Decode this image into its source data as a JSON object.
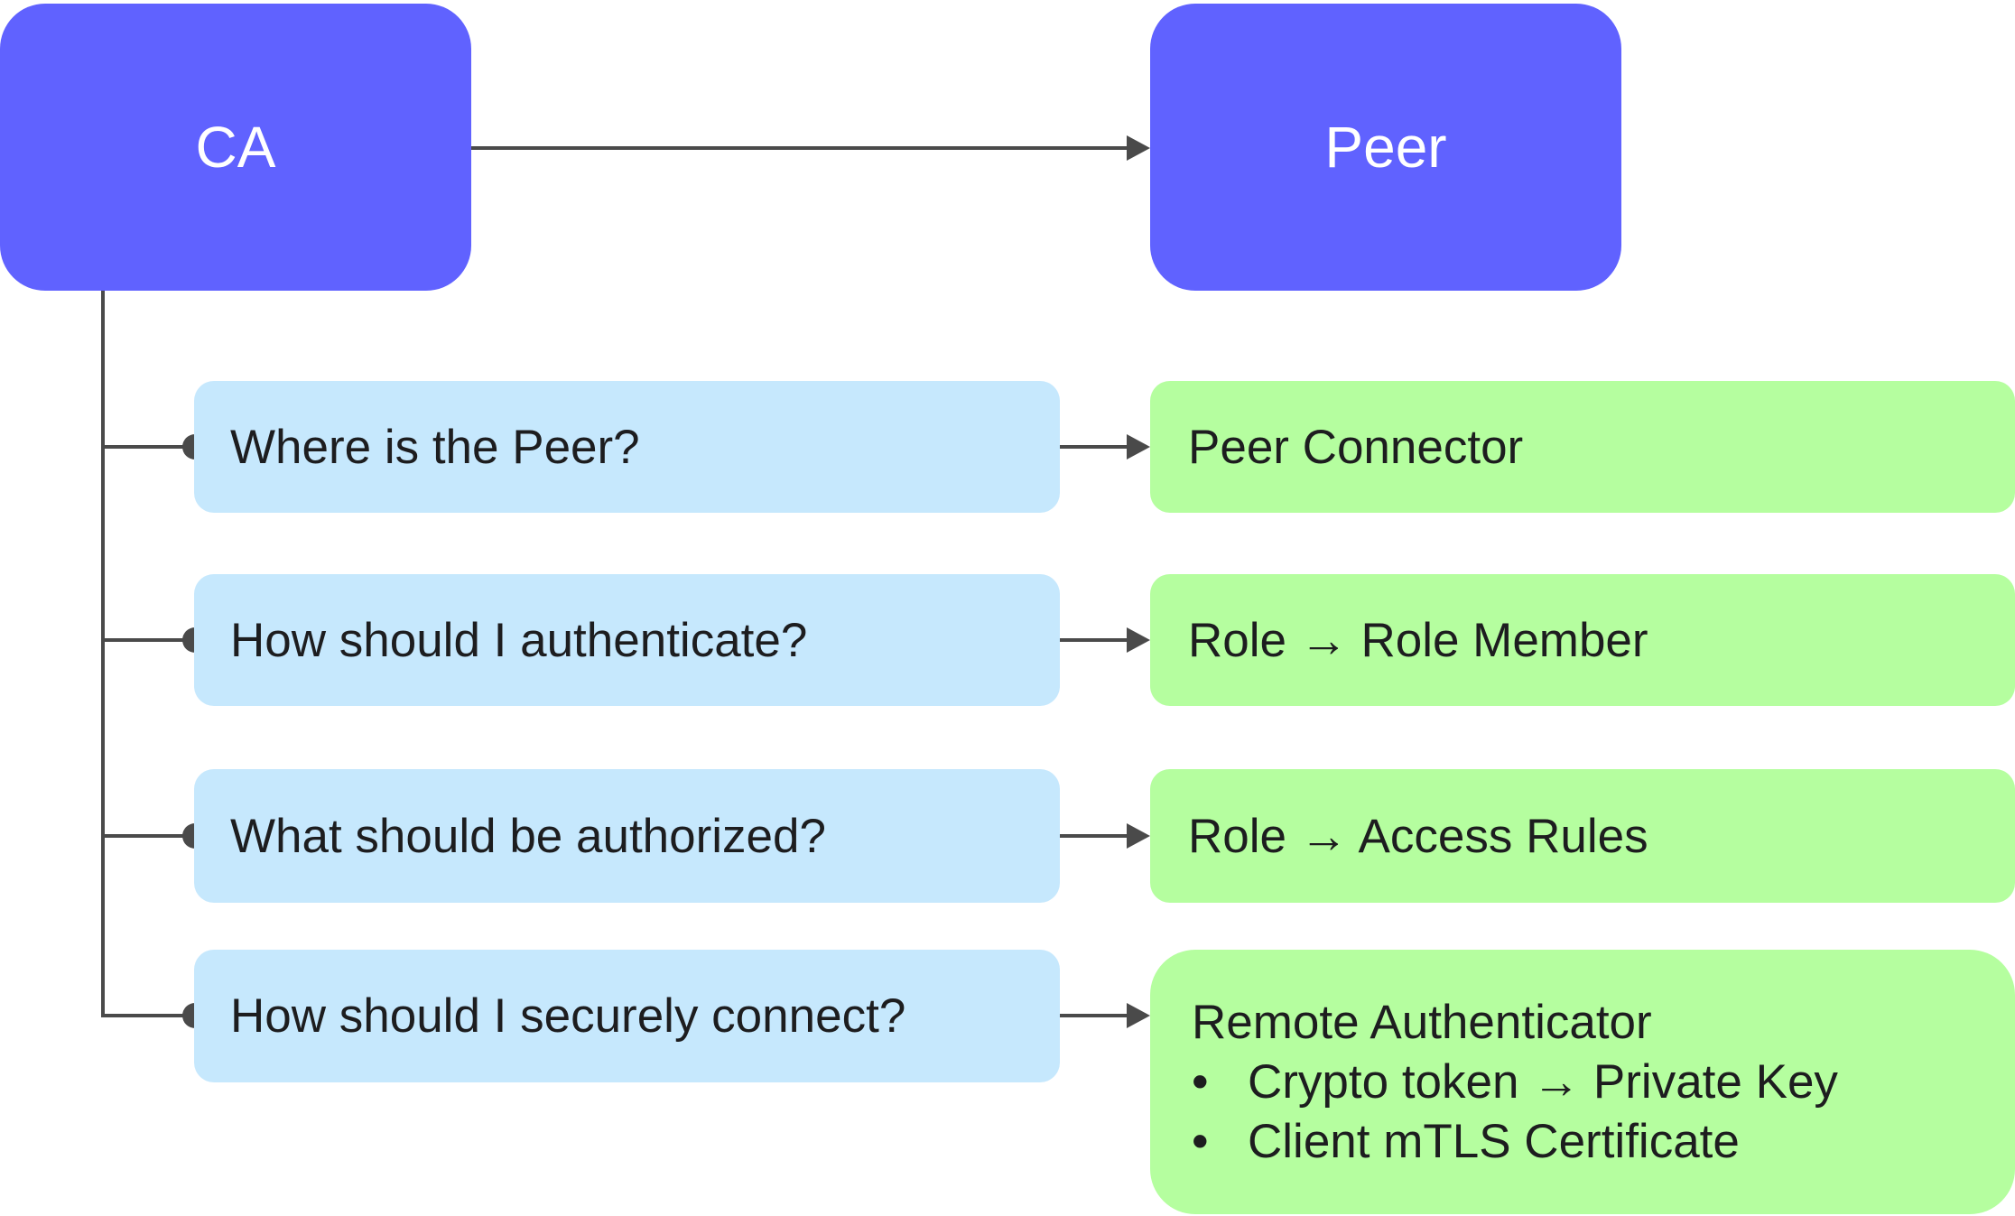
{
  "diagram": {
    "ca_label": "CA",
    "peer_label": "Peer",
    "rows": [
      {
        "question": "Where is the Peer?",
        "answer": "Peer Connector"
      },
      {
        "question": "How should I authenticate?",
        "answer": "Role → Role Member"
      },
      {
        "question": "What should be authorized?",
        "answer": "Role → Access Rules"
      }
    ],
    "last_row": {
      "question": "How should I securely connect?",
      "answer_title": "Remote Authenticator",
      "bullet_symbol": "•",
      "bullets": [
        "Crypto token → Private Key",
        "Client mTLS Certificate"
      ]
    },
    "colors": {
      "primary_box": "#6062ff",
      "question_box": "#c6e8fd",
      "answer_box": "#b5fe9f",
      "connector": "#4a4a4a",
      "text_dark": "#1d1d1f",
      "text_light": "#ffffff"
    }
  }
}
